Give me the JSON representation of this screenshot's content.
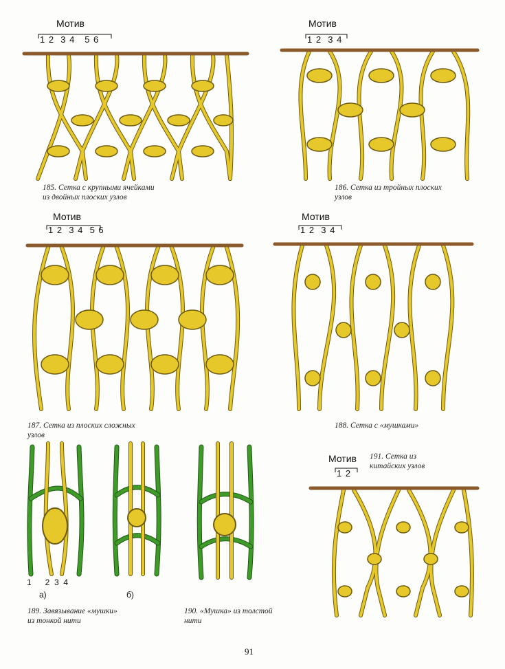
{
  "motif_word": "Мотив",
  "colors": {
    "cord": "#e6c82a",
    "cord_outline": "#6b5a10",
    "green_cord": "#3f9a2a",
    "rod": "#8a5a2b"
  },
  "figures": [
    {
      "id": "185",
      "motif_numbers": "1 2  3 4   5 6",
      "caption_line1": "185. Сетка с крупными ячейками",
      "caption_line2": "из двойных плоских узлов"
    },
    {
      "id": "186",
      "motif_numbers": "1 2  3 4",
      "caption_line1": "186. Сетка из тройных плоских",
      "caption_line2": "узлов"
    },
    {
      "id": "187",
      "motif_numbers": "1 2  3 4  5 6",
      "caption_line1": "187. Сетка из плоских сложных",
      "caption_line2": "узлов"
    },
    {
      "id": "188",
      "motif_numbers": "1 2  3 4",
      "caption_line1": "188. Сетка с «мушками»",
      "caption_line2": ""
    },
    {
      "id": "189",
      "caption_line1": "189. Завязывание «мушки»",
      "caption_line2": "из тонкой нити",
      "cord_numbers": "1      2  3  4",
      "sub_a": "а)",
      "sub_b": "б)"
    },
    {
      "id": "190",
      "caption_line1": "190. «Мушка» из толстой",
      "caption_line2": "нити"
    },
    {
      "id": "191",
      "motif_numbers": "1 2",
      "caption_line1": "191. Сетка из",
      "caption_line2": "китайских узлов"
    }
  ],
  "page_number": "91"
}
